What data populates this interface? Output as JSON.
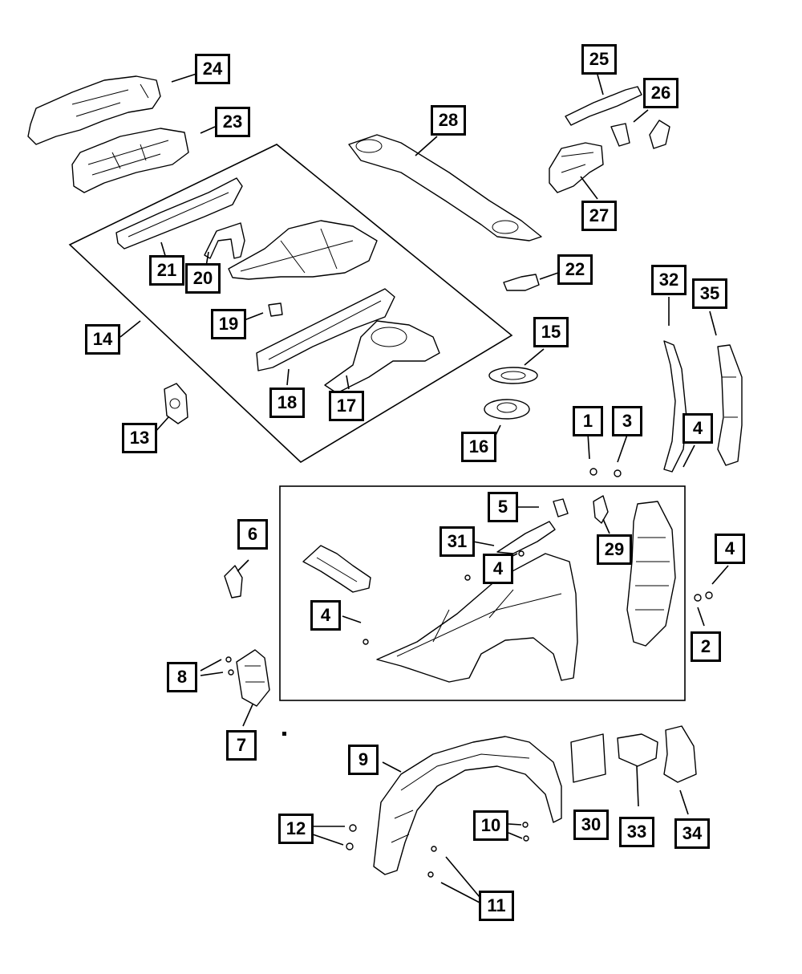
{
  "callouts": [
    {
      "id": "c24",
      "label": "24"
    },
    {
      "id": "c23",
      "label": "23"
    },
    {
      "id": "c25",
      "label": "25"
    },
    {
      "id": "c26",
      "label": "26"
    },
    {
      "id": "c28",
      "label": "28"
    },
    {
      "id": "c27",
      "label": "27"
    },
    {
      "id": "c21",
      "label": "21"
    },
    {
      "id": "c20",
      "label": "20"
    },
    {
      "id": "c22",
      "label": "22"
    },
    {
      "id": "c32",
      "label": "32"
    },
    {
      "id": "c35",
      "label": "35"
    },
    {
      "id": "c19",
      "label": "19"
    },
    {
      "id": "c14",
      "label": "14"
    },
    {
      "id": "c15",
      "label": "15"
    },
    {
      "id": "c18",
      "label": "18"
    },
    {
      "id": "c17",
      "label": "17"
    },
    {
      "id": "c13",
      "label": "13"
    },
    {
      "id": "c1",
      "label": "1"
    },
    {
      "id": "c3",
      "label": "3"
    },
    {
      "id": "c4a",
      "label": "4"
    },
    {
      "id": "c16",
      "label": "16"
    },
    {
      "id": "c5",
      "label": "5"
    },
    {
      "id": "c6",
      "label": "6"
    },
    {
      "id": "c31",
      "label": "31"
    },
    {
      "id": "c29",
      "label": "29"
    },
    {
      "id": "c4b",
      "label": "4"
    },
    {
      "id": "c4c",
      "label": "4"
    },
    {
      "id": "c4d",
      "label": "4"
    },
    {
      "id": "c2",
      "label": "2"
    },
    {
      "id": "c8",
      "label": "8"
    },
    {
      "id": "c7",
      "label": "7"
    },
    {
      "id": "c9",
      "label": "9"
    },
    {
      "id": "c30",
      "label": "30"
    },
    {
      "id": "c33",
      "label": "33"
    },
    {
      "id": "c34",
      "label": "34"
    },
    {
      "id": "c10",
      "label": "10"
    },
    {
      "id": "c12",
      "label": "12"
    },
    {
      "id": "c11",
      "label": "11"
    }
  ]
}
